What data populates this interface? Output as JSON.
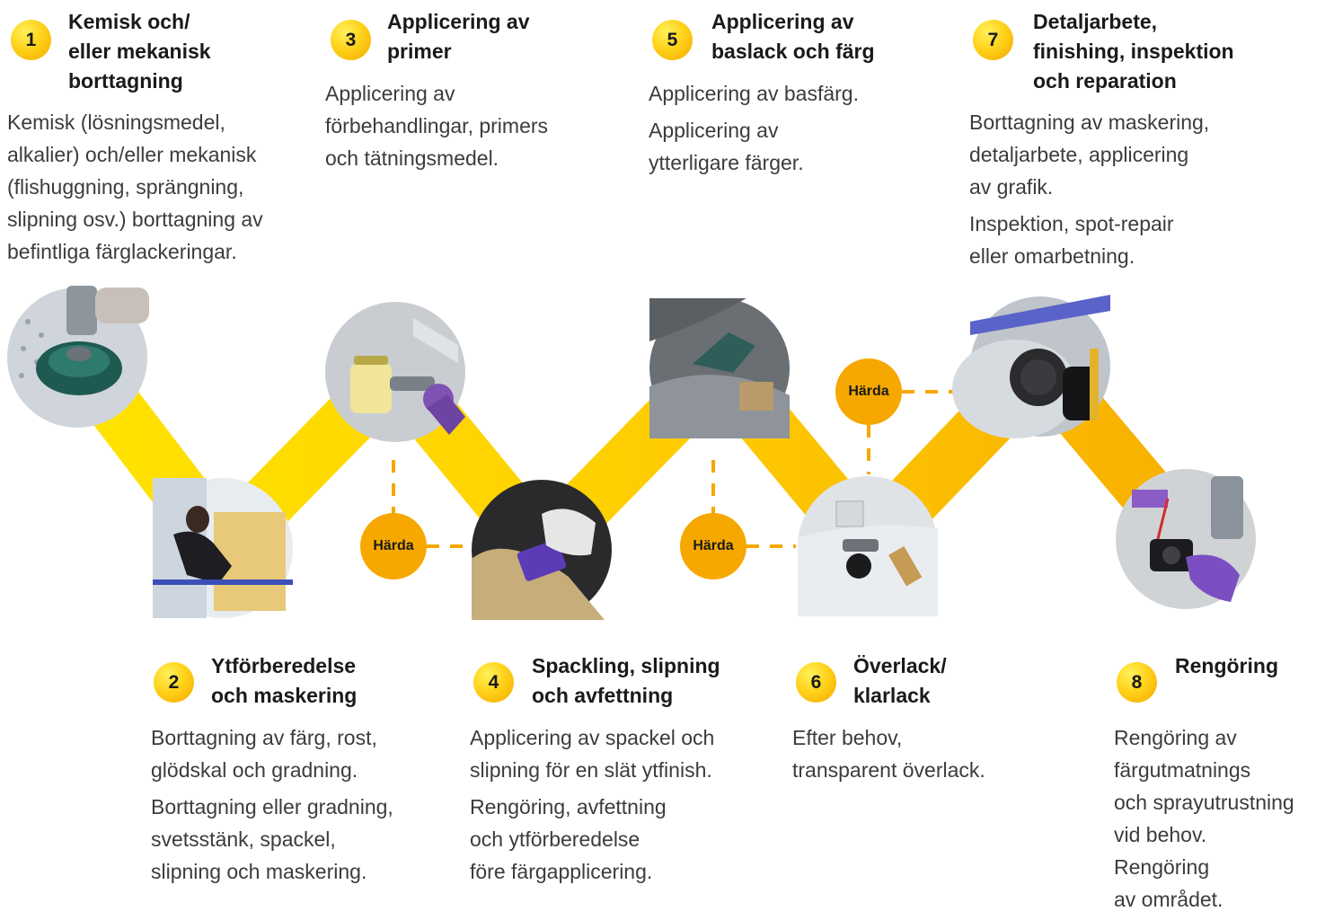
{
  "colors": {
    "connector_yellow": "#ffdd00",
    "connector_orange": "#f6a800",
    "badge_yellow": "#ffd21a",
    "cure_orange": "#f6a800",
    "dash": "#f6a800"
  },
  "steps": [
    {
      "number": "1",
      "title": "Kemisk och/\neller mekanisk\nborttagning",
      "desc": [
        "Kemisk (lösningsmedel,\nalkalier) och/eller mekanisk\n(flishuggning, sprängning,\nslipning osv.) borttagning av\nbefintliga färglackeringar."
      ],
      "image": "grinding-disc-photo"
    },
    {
      "number": "2",
      "title": "Ytförberedelse\noch maskering",
      "desc": [
        "Borttagning av färg, rost,\nglödskal och gradning.",
        "Borttagning eller gradning,\nsvetsstänk, spackel,\nslipning och maskering."
      ],
      "image": "masking-worker-photo"
    },
    {
      "number": "3",
      "title": "Applicering av\nprimer",
      "desc": [
        "Applicering av\nförbehandlingar, primers\noch tätningsmedel."
      ],
      "image": "spray-gun-photo"
    },
    {
      "number": "4",
      "title": "Spackling, slipning\noch avfettning",
      "desc": [
        "Applicering av spackel och\nslipning för en slät ytfinish.",
        "Rengöring, avfettning\noch ytförberedelse\nföre färgapplicering."
      ],
      "image": "sanding-block-photo"
    },
    {
      "number": "5",
      "title": "Applicering av\nbaslack och färg",
      "desc": [
        "Applicering av basfärg.",
        "Applicering av\nytterligare färger."
      ],
      "image": "paint-booth-photo"
    },
    {
      "number": "6",
      "title": "Överlack/\nklarlack",
      "desc": [
        "Efter behov,\ntransparent överlack."
      ],
      "image": "clearcoat-spray-photo"
    },
    {
      "number": "7",
      "title": "Detaljarbete,\nfinishing, inspektion\noch reparation",
      "desc": [
        "Borttagning av maskering,\ndetaljarbete, applicering\nav grafik.",
        "Inspektion, spot-repair\neller omarbetning."
      ],
      "image": "polishing-pad-photo"
    },
    {
      "number": "8",
      "title": "Rengöring",
      "desc": [
        "Rengöring av\nfärgutmatnings\noch sprayutrustning\nvid behov.\nRengöring\nav området."
      ],
      "image": "cleaning-gun-photo"
    }
  ],
  "cure_label": "Härda"
}
